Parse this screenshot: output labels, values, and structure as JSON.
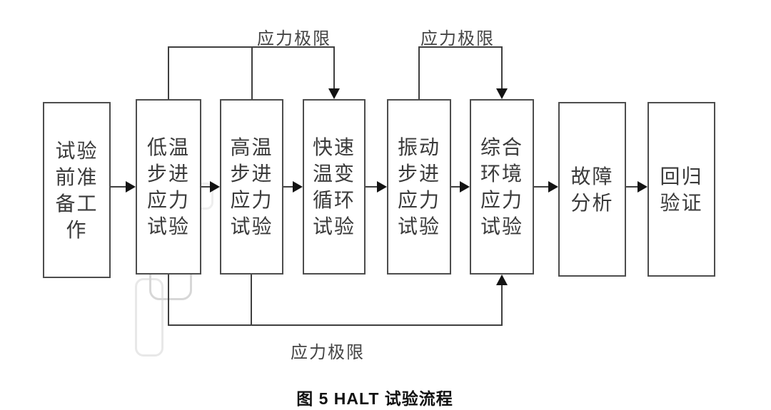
{
  "figure": {
    "caption": "图 5  HALT 试验流程"
  },
  "flow": {
    "boxes": [
      {
        "name": "preparation",
        "text": "试验\n前准\n备工\n作"
      },
      {
        "name": "low-temp-step-stress",
        "text": "低温\n步进\n应力\n试验"
      },
      {
        "name": "high-temp-step-stress",
        "text": "高温\n步进\n应力\n试验"
      },
      {
        "name": "rapid-temp-cycle",
        "text": "快速\n温变\n循环\n试验"
      },
      {
        "name": "vibration-step-stress",
        "text": "振动\n步进\n应力\n试验"
      },
      {
        "name": "combined-env-stress",
        "text": "综合\n环境\n应力\n试验"
      },
      {
        "name": "failure-analysis",
        "text": "故障\n分析"
      },
      {
        "name": "regression-verification",
        "text": "回归\n验证"
      }
    ],
    "labels": {
      "stress_limit_top_left": "应力极限",
      "stress_limit_top_right": "应力极限",
      "stress_limit_bottom": "应力极限"
    }
  },
  "colors": {
    "background": "#ffffff",
    "box_border": "#4d4d4d",
    "box_text": "#3a3a3a",
    "connector_line": "#3f3f3f",
    "arrowhead": "#131313",
    "caption_text": "#111111",
    "watermark": "#cccccc"
  }
}
